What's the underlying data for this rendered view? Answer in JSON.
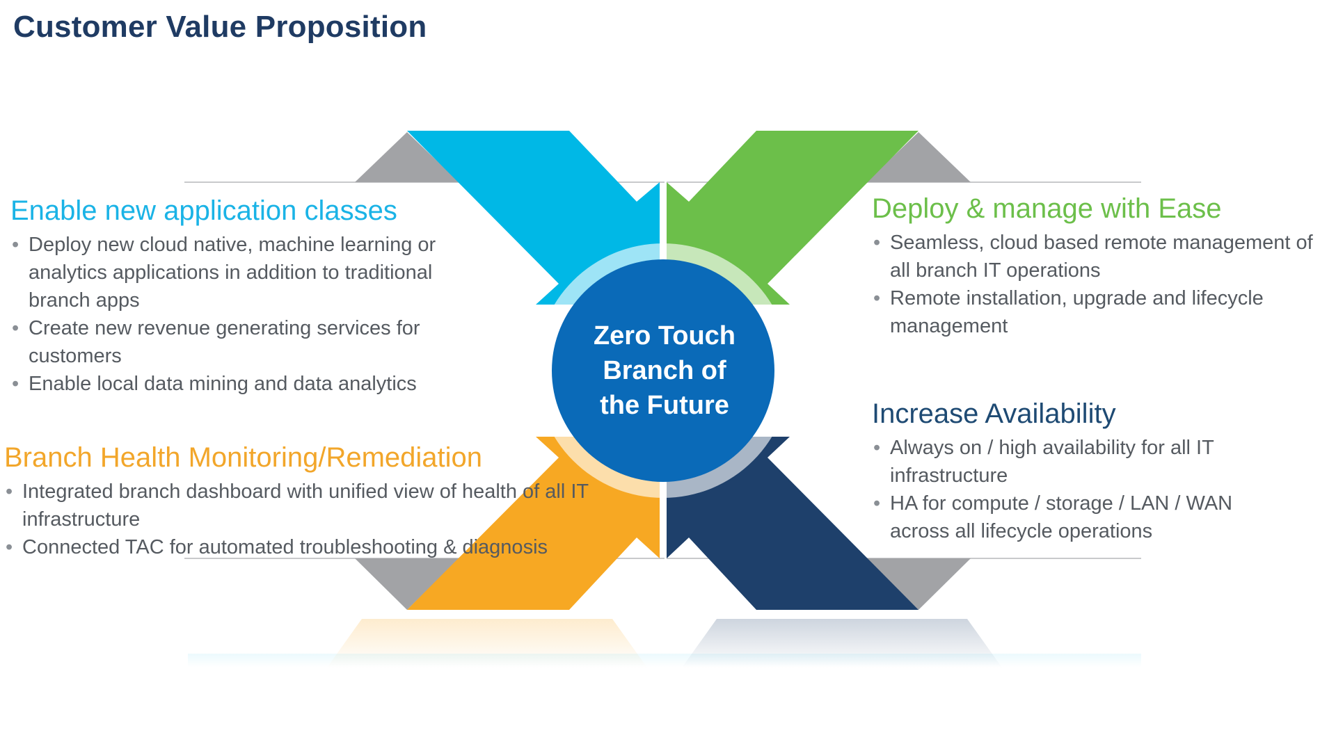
{
  "title": "Customer Value Proposition",
  "center": {
    "lines": [
      "Zero Touch",
      "Branch of",
      "the Future"
    ]
  },
  "sections": {
    "top_left": {
      "heading": "Enable new application classes",
      "bullets": [
        "Deploy new cloud native, machine learning or analytics applications in addition to traditional branch apps",
        "Create new revenue generating services for customers",
        "Enable local data mining and data analytics"
      ]
    },
    "top_right": {
      "heading": "Deploy & manage with Ease",
      "bullets": [
        "Seamless, cloud based remote management of all branch IT operations",
        "Remote installation, upgrade and lifecycle management"
      ]
    },
    "bottom_left": {
      "heading": "Branch Health Monitoring/Remediation",
      "bullets": [
        "Integrated branch dashboard with unified view of health of all IT infrastructure",
        "Connected TAC for automated troubleshooting & diagnosis"
      ]
    },
    "bottom_right": {
      "heading": "Increase Availability",
      "bullets": [
        "Always on / high availability for all IT infrastructure",
        "HA for compute / storage / LAN / WAN across all lifecycle operations"
      ]
    }
  },
  "colors": {
    "title": "#1f3b63",
    "cyan": "#00b8e6",
    "green": "#6cbf4a",
    "orange": "#f7a823",
    "navy": "#1e406b",
    "center": "#0a6ab8",
    "gray": "#a2a3a6"
  }
}
